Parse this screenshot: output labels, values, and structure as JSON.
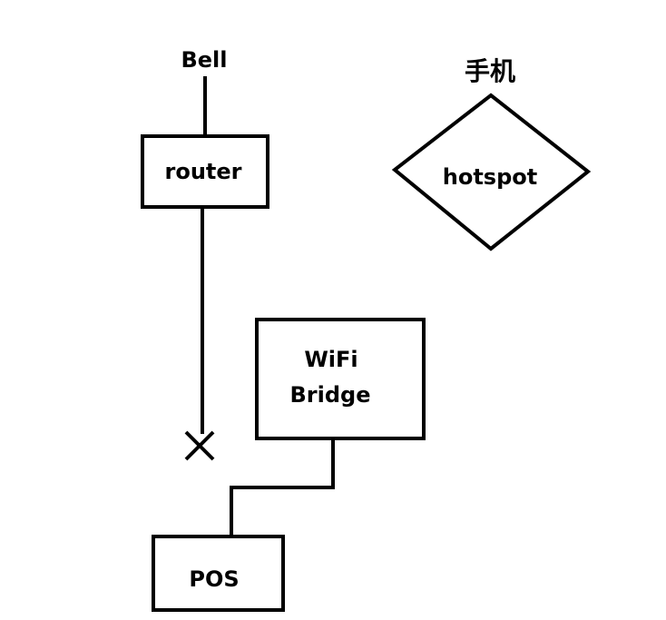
{
  "diagram": {
    "nodes": {
      "bell": {
        "label": "Bell"
      },
      "router": {
        "label": "router"
      },
      "phone": {
        "label": "手机"
      },
      "hotspot": {
        "label": "hotspot"
      },
      "wifi_bridge": {
        "line1": "WiFi",
        "line2": "Bridge"
      },
      "pos": {
        "label": "POS"
      }
    },
    "edges": [
      {
        "from": "bell",
        "to": "router"
      },
      {
        "from": "router",
        "to": "disconnected-end",
        "status": "broken"
      },
      {
        "from": "wifi_bridge",
        "to": "pos"
      }
    ],
    "colors": {
      "stroke": "#000000",
      "background": "#ffffff"
    }
  }
}
